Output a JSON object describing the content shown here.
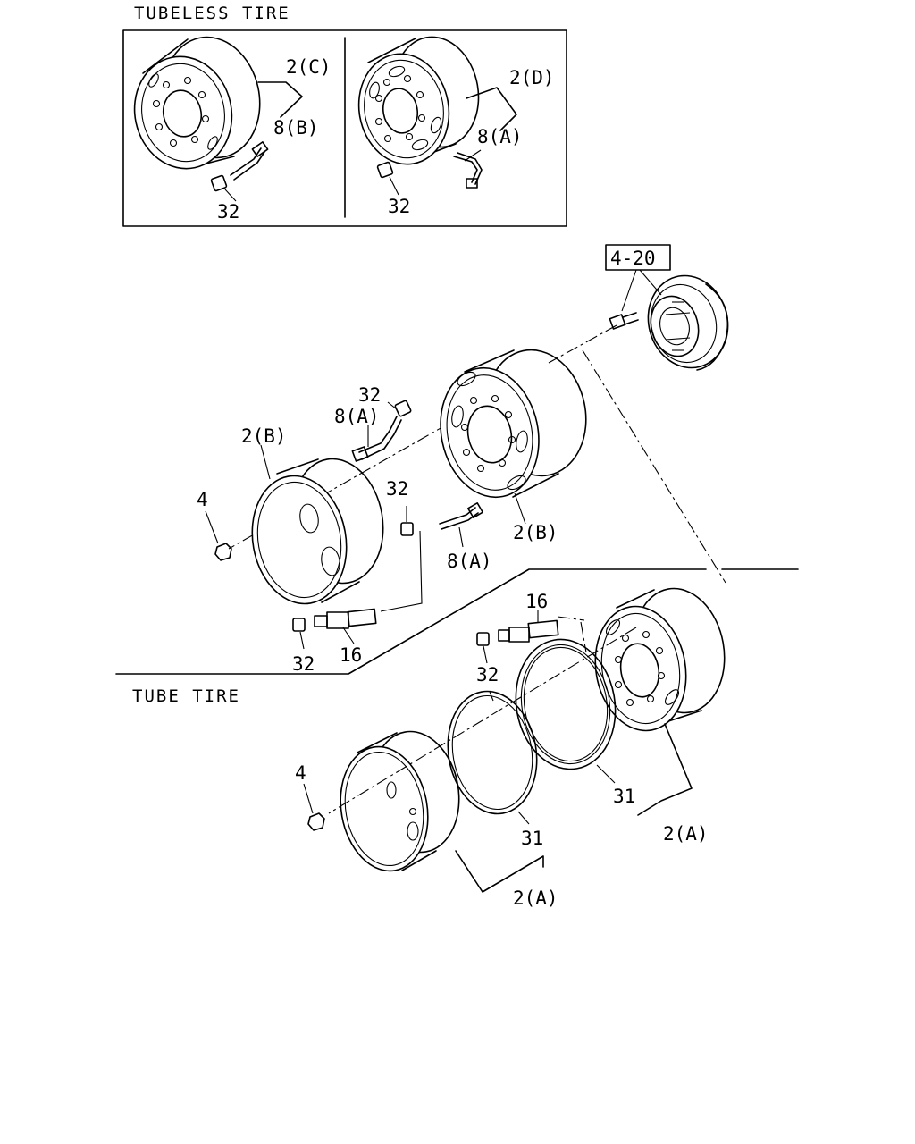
{
  "sections": {
    "tubeless": "TUBELESS TIRE",
    "tube": "TUBE TIRE"
  },
  "ref_box": "4-20",
  "labels": {
    "inset_left_rim": "2(C)",
    "inset_left_valve": "8(B)",
    "inset_left_cap": "32",
    "inset_right_rim": "2(D)",
    "inset_right_valve": "8(A)",
    "inset_right_cap": "32",
    "tubeless_outer_rim": "2(B)",
    "tubeless_inner_rim": "2(B)",
    "tubeless_valve_upper": "8(A)",
    "tubeless_cap_upper": "32",
    "tubeless_cap_mid": "32",
    "tubeless_valve_mid": "8(A)",
    "tubeless_nut": "4",
    "tubeless_cap_low": "32",
    "tubeless_ext": "16",
    "tube_ext": "16",
    "tube_cap": "32",
    "tube_ring_inner": "31",
    "tube_ring_outer": "31",
    "tube_rim_inner": "2(A)",
    "tube_rim_outer": "2(A)",
    "tube_nut": "4"
  }
}
